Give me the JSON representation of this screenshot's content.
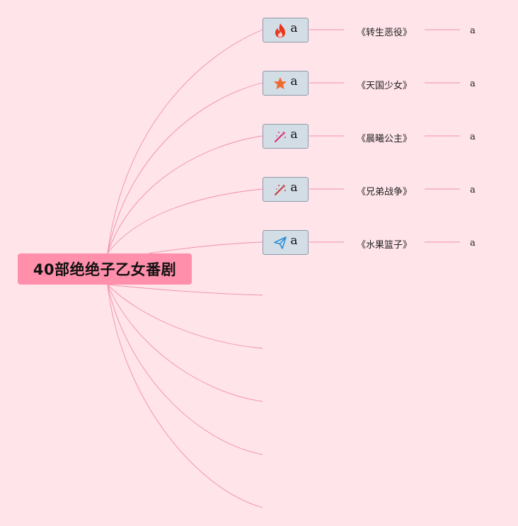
{
  "root": {
    "label": "40部绝绝子乙女番剧"
  },
  "branches": [
    {
      "label": "a",
      "icon": "fire-icon",
      "title": "《转生恶役》",
      "leaf": "a"
    },
    {
      "label": "a",
      "icon": "star-icon",
      "title": "《天国少女》",
      "leaf": "a"
    },
    {
      "label": "a",
      "icon": "magic-wand-icon",
      "title": "《晨曦公主》",
      "leaf": "a"
    },
    {
      "label": "a",
      "icon": "magic-wand-icon",
      "title": "《兄弟战争》",
      "leaf": "a"
    },
    {
      "label": "a",
      "icon": "paper-plane-icon",
      "title": "《水果篮子》",
      "leaf": "a"
    }
  ],
  "colors": {
    "background": "#ffe4ea",
    "root_fill": "#ff8fab",
    "branch_fill": "#d3dde6",
    "branch_border": "#8c9aa6",
    "link": "#f08fa8",
    "fire": "#e8371f",
    "star": "#ef6a2e",
    "wand": "#d92d6a",
    "plane": "#2a8fd8"
  }
}
